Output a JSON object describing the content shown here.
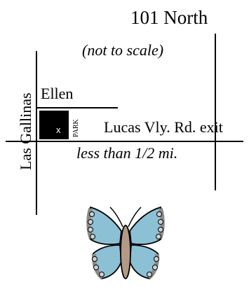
{
  "map": {
    "highway_label": "101 North",
    "scale_note": "(not to scale)",
    "street_ellen": "Ellen",
    "street_las_gallinas": "Las Gallinas",
    "park_label": "PARK",
    "location_marker": "x",
    "exit_label": "Lucas Vly. Rd. exit",
    "distance_label": "less than 1/2 mi."
  },
  "colors": {
    "roads": "#000000",
    "location_block": "#000000",
    "butterfly_wing": "#8cc0d4",
    "butterfly_body": "#b39a86",
    "butterfly_spot": "#cfcfcf"
  },
  "icons": {
    "logo": "butterfly-icon"
  }
}
